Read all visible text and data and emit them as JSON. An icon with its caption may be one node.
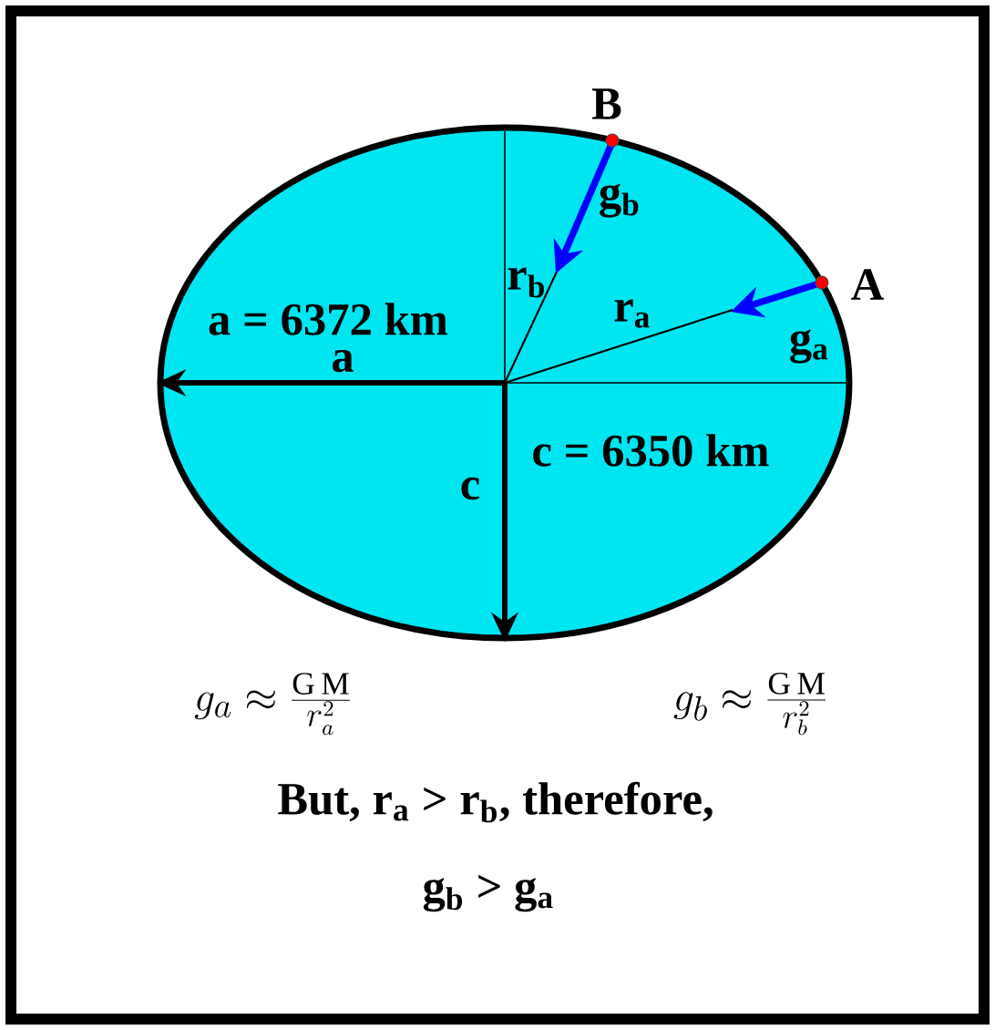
{
  "diagram": {
    "labels": [
      "B",
      "g$_{b}$",
      "r$_{b}$",
      "r$_{a}$",
      "A",
      "g$_{a}$",
      "a = 6372 km",
      "a",
      "c = 6350 km",
      "c",
      "g_{a} \\approx \\frac{\\mathrm{G\\,M}}{r_{a}^{2}}",
      "g_{b} \\approx \\frac{\\mathrm{G\\,M}}{r_{b}^{2}}",
      "But, r$_{a}$ > r$_{b}$, therefore,",
      "g$_{b}$ > g$_{a}$"
    ]
  }
}
